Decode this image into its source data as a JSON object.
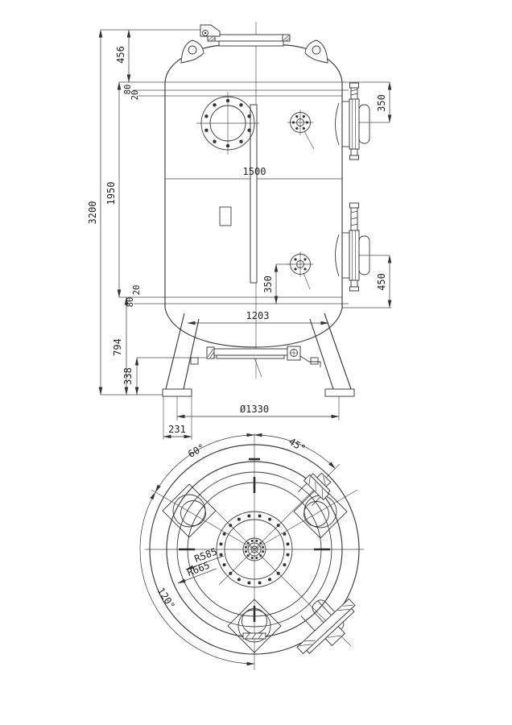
{
  "drawing": {
    "type": "pressure-vessel-technical-drawing",
    "background": "#ffffff",
    "line_color": "#3a3a3a",
    "elevation": {
      "overall_height": "3200",
      "shell_length": "1950",
      "head_height": "456",
      "top_gap_outer": "80",
      "top_gap_inner": "20",
      "shell_diameter": "1500",
      "bottom_gap_inner": "20",
      "bottom_gap_outer": "80",
      "bottom_head_width": "1203",
      "leg_region_height": "794",
      "ground_clearance": "338",
      "leg_span_diameter": "Ø1330",
      "base_plate_width": "231",
      "upper_manhole_offset": "350",
      "lower_nozzle_offset": "350",
      "lower_manhole_offset": "450"
    },
    "plan": {
      "angle_left_leg": "60°",
      "angle_right_nozzle": "45°",
      "angle_leg_spacing": "120°",
      "radius_inner": "R585",
      "radius_leg_circle": "R665"
    }
  }
}
